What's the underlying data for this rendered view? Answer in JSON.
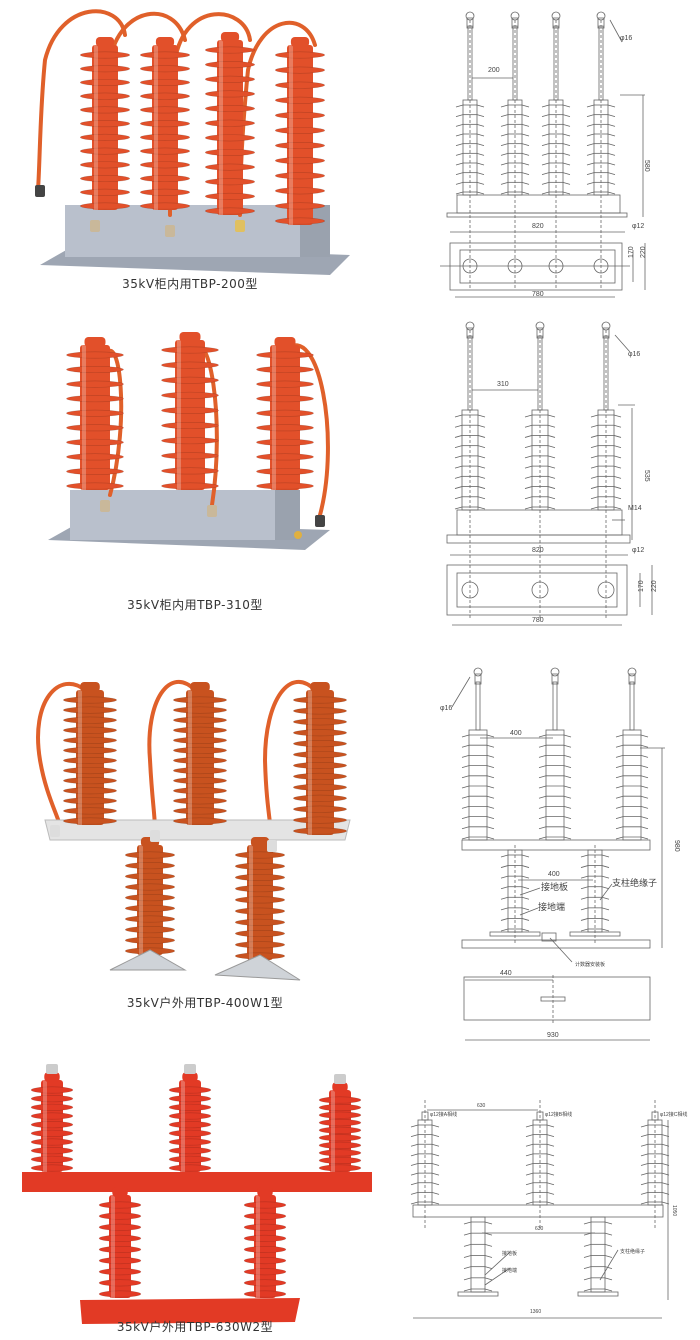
{
  "products": [
    {
      "caption": "35kV柜内用TBP-200型",
      "drawing": {
        "pitch": "200",
        "height": "580",
        "base_length": "820",
        "terminal_hole": "φ16",
        "mount_hole": "φ12",
        "plate_inner": "170",
        "plate_outer": "220",
        "hole_span": "780"
      }
    },
    {
      "caption": "35kV柜内用TBP-310型",
      "drawing": {
        "pitch": "310",
        "height": "535",
        "ground_bolt": "M14",
        "base_length": "820",
        "terminal_hole": "φ16",
        "mount_hole": "φ12",
        "plate_inner": "170",
        "plate_outer": "220",
        "hole_span": "780"
      }
    },
    {
      "caption": "35kV户外用TBP-400W1型",
      "drawing": {
        "pitch": "400",
        "support_pitch": "400",
        "height": "980",
        "terminal_hole": "φ16",
        "ground_plate": "接地板",
        "ground_terminal": "接地端",
        "post_insulator": "支柱绝缘子",
        "counter_plate": "计数器安装板",
        "offset": "440",
        "base_length": "930"
      }
    },
    {
      "caption": "35kV户外用TBP-630W2型",
      "drawing": {
        "pitch": "630",
        "support_pitch": "630",
        "height": "1050",
        "base_length": "1360",
        "phase_a": "φ12接A相线",
        "phase_b": "φ12接B相线",
        "phase_c": "φ12接C相线",
        "ground_plate": "接地板",
        "ground_terminal": "接地端",
        "post_insulator": "支柱绝缘子"
      }
    }
  ],
  "colors": {
    "arrester_orange": "#e2502a",
    "arrester_brown": "#c8521f",
    "arrester_red": "#e23a25",
    "base_gray": "#b9c0cc",
    "cable": "#e0602a",
    "line": "#666666"
  }
}
